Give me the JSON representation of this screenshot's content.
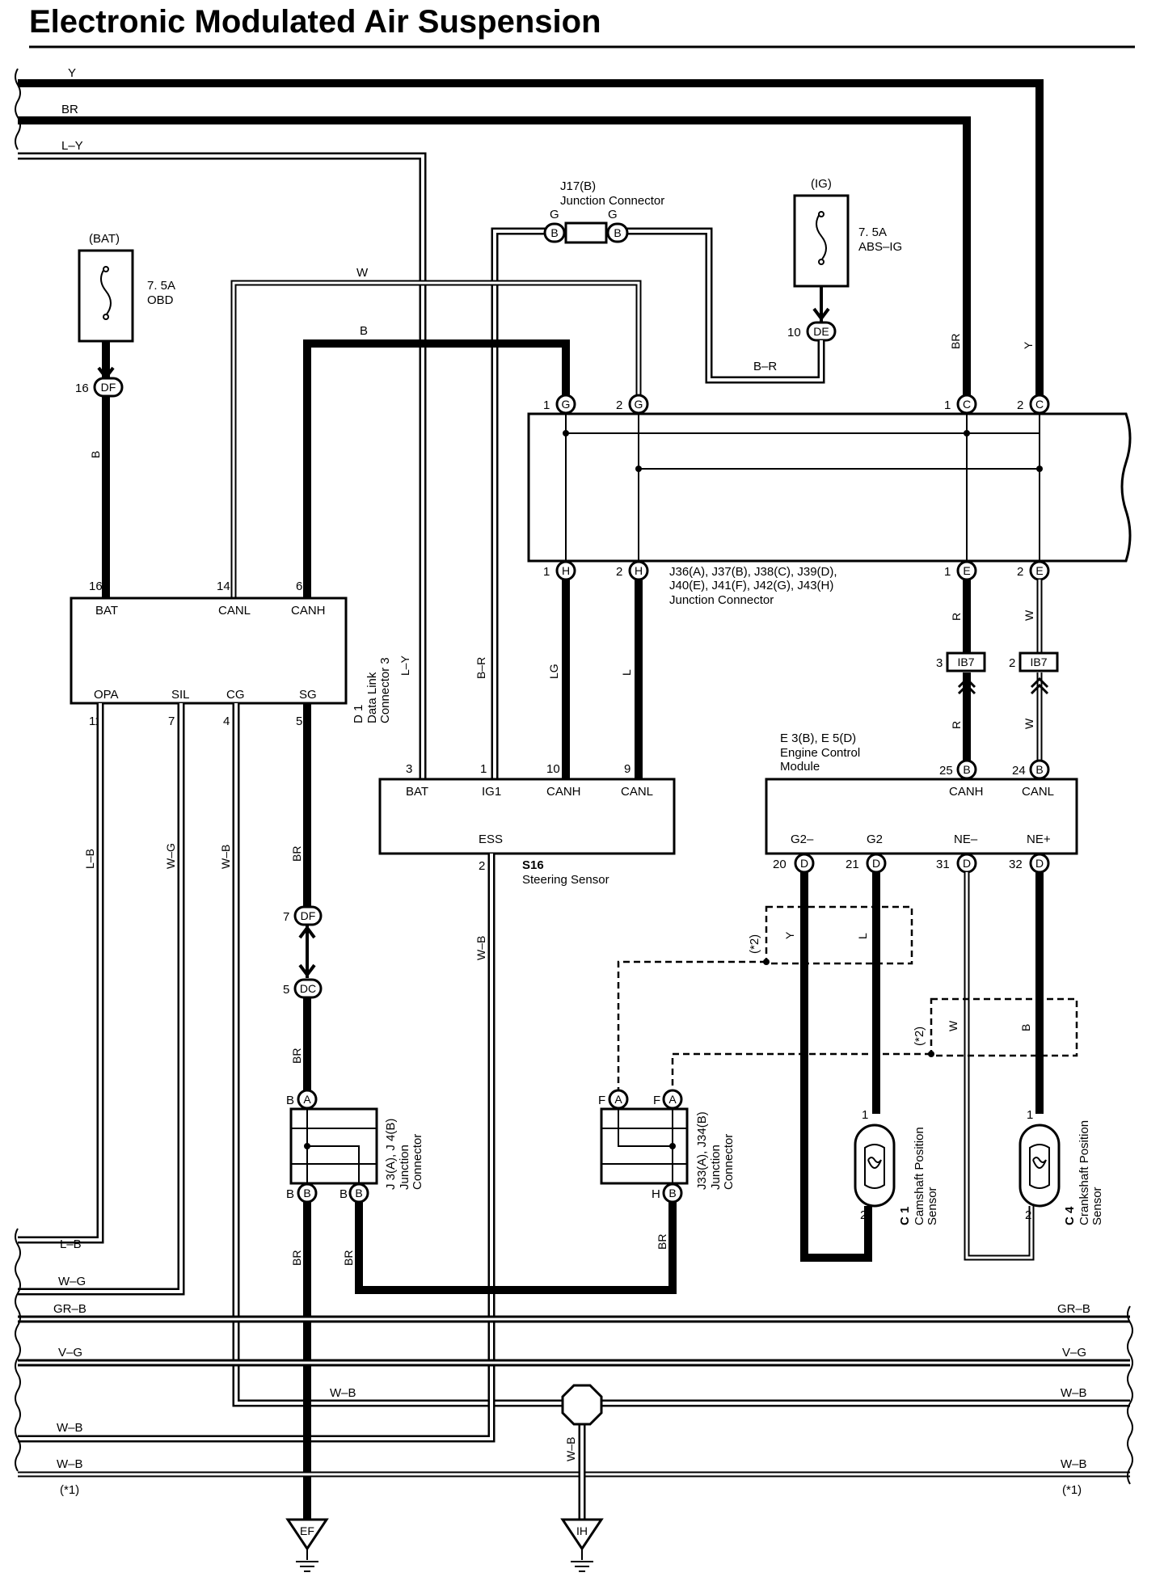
{
  "title": "Electronic Modulated Air Suspension",
  "left_bus": [
    {
      "label": "Y"
    },
    {
      "label": "BR"
    },
    {
      "label": "L–Y"
    }
  ],
  "fuses": {
    "bat": {
      "supply": "(BAT)",
      "rating": "7. 5A",
      "name": "OBD"
    },
    "ig": {
      "supply": "(IG)",
      "rating": "7. 5A",
      "name": "ABS–IG"
    }
  },
  "connectors": {
    "df_top": {
      "pin": "16",
      "code": "DF"
    },
    "de": {
      "pin": "10",
      "code": "DE"
    },
    "df_mid": {
      "pin": "7",
      "code": "DF"
    },
    "dc": {
      "pin": "5",
      "code": "DC"
    }
  },
  "j17": {
    "id": "J17(B)",
    "name": "Junction Connector",
    "letter": "G",
    "code": "B"
  },
  "junction_big": {
    "ids_line1": "J36(A), J37(B), J38(C), J39(D),",
    "ids_line2": "J40(E), J41(F), J42(G), J43(H)",
    "name": "Junction Connector",
    "top_pins": [
      {
        "num": "1",
        "code": "G"
      },
      {
        "num": "2",
        "code": "G"
      },
      {
        "num": "1",
        "code": "C"
      },
      {
        "num": "2",
        "code": "C"
      }
    ],
    "bottom_pins": [
      {
        "num": "1",
        "code": "H"
      },
      {
        "num": "2",
        "code": "H"
      },
      {
        "num": "1",
        "code": "E"
      },
      {
        "num": "2",
        "code": "E"
      }
    ]
  },
  "dlc": {
    "id": "D 1",
    "name_line1": "Data Link",
    "name_line2": "Connector 3",
    "top_pins": [
      {
        "num": "16",
        "label": "BAT"
      },
      {
        "num": "14",
        "label": "CANL"
      },
      {
        "num": "6",
        "label": "CANH"
      }
    ],
    "bottom_pins": [
      {
        "num": "11",
        "label": "OPA"
      },
      {
        "num": "7",
        "label": "SIL"
      },
      {
        "num": "4",
        "label": "CG"
      },
      {
        "num": "5",
        "label": "SG"
      }
    ]
  },
  "steering": {
    "id": "S16",
    "name": "Steering Sensor",
    "top_pins": [
      {
        "num": "3",
        "label": "BAT"
      },
      {
        "num": "1",
        "label": "IG1"
      },
      {
        "num": "10",
        "label": "CANH"
      },
      {
        "num": "9",
        "label": "CANL"
      }
    ],
    "bottom_label": "ESS",
    "bottom_pin": "2"
  },
  "ecm": {
    "id": "E 3(B), E 5(D)",
    "name_line1": "Engine Control",
    "name_line2": "Module",
    "top_pins": [
      {
        "num": "25",
        "code": "B",
        "label": "CANH"
      },
      {
        "num": "24",
        "code": "B",
        "label": "CANL"
      }
    ],
    "bottom_pins": [
      {
        "num": "20",
        "code": "D",
        "label": "G2–"
      },
      {
        "num": "21",
        "code": "D",
        "label": "G2"
      },
      {
        "num": "31",
        "code": "D",
        "label": "NE–"
      },
      {
        "num": "32",
        "code": "D",
        "label": "NE+"
      }
    ]
  },
  "ib7": [
    {
      "pin": "3",
      "code": "IB7"
    },
    {
      "pin": "2",
      "code": "IB7"
    }
  ],
  "j3j4": {
    "ids": "J 3(A), J 4(B)",
    "name_line1": "Junction",
    "name_line2": "Connector",
    "top": {
      "letter": "B",
      "code": "A"
    },
    "bottom": [
      {
        "letter": "B",
        "code": "B"
      },
      {
        "letter": "B",
        "code": "B"
      }
    ]
  },
  "j33j34": {
    "ids": "J33(A), J34(B)",
    "name_line1": "Junction",
    "name_line2": "Connector",
    "top": [
      {
        "letter": "F",
        "code": "A"
      },
      {
        "letter": "F",
        "code": "A"
      }
    ],
    "bottom": {
      "letter": "H",
      "code": "B"
    }
  },
  "sensors": {
    "cam": {
      "id": "C 1",
      "name_line1": "Camshaft Position",
      "name_line2": "Sensor",
      "pin_top": "1",
      "pin_bottom": "2"
    },
    "crank": {
      "id": "C 4",
      "name_line1": "Crankshaft Position",
      "name_line2": "Sensor",
      "pin_top": "1",
      "pin_bottom": "2"
    }
  },
  "shield_note": "(*2)",
  "wire_labels": {
    "w_top": "W",
    "b_top": "B",
    "br_right": "BR",
    "y_right": "Y",
    "b_r": "B–R",
    "b_left": "B",
    "r1": "R",
    "w1": "W",
    "r2": "R",
    "w2": "W",
    "lb": "L–B",
    "wg": "W–G",
    "wb_v": "W–B",
    "br_v1": "BR",
    "ly_v": "L–Y",
    "br_v_s": "B–R",
    "lg_v": "LG",
    "l_v": "L",
    "br_v2": "BR",
    "wb_v2": "W–B",
    "y_sh": "Y",
    "l_sh": "L",
    "w_sh": "W",
    "b_sh": "B",
    "br_v3": "BR",
    "br_v4": "BR",
    "br_v5": "BR",
    "wb_gnd": "W–B"
  },
  "bottom_bus": [
    {
      "left": "L–B",
      "right": ""
    },
    {
      "left": "W–G",
      "right": ""
    },
    {
      "left": "GR–B",
      "right": "GR–B"
    },
    {
      "left": "V–G",
      "right": "V–G"
    },
    {
      "left": "",
      "mid": "W–B",
      "right": "W–B"
    },
    {
      "left": "W–B",
      "right": ""
    },
    {
      "left": "W–B",
      "right": "W–B"
    }
  ],
  "star1_left": "(*1)",
  "star1_right": "(*1)",
  "grounds": [
    {
      "code": "EF"
    },
    {
      "code": "IH"
    }
  ]
}
